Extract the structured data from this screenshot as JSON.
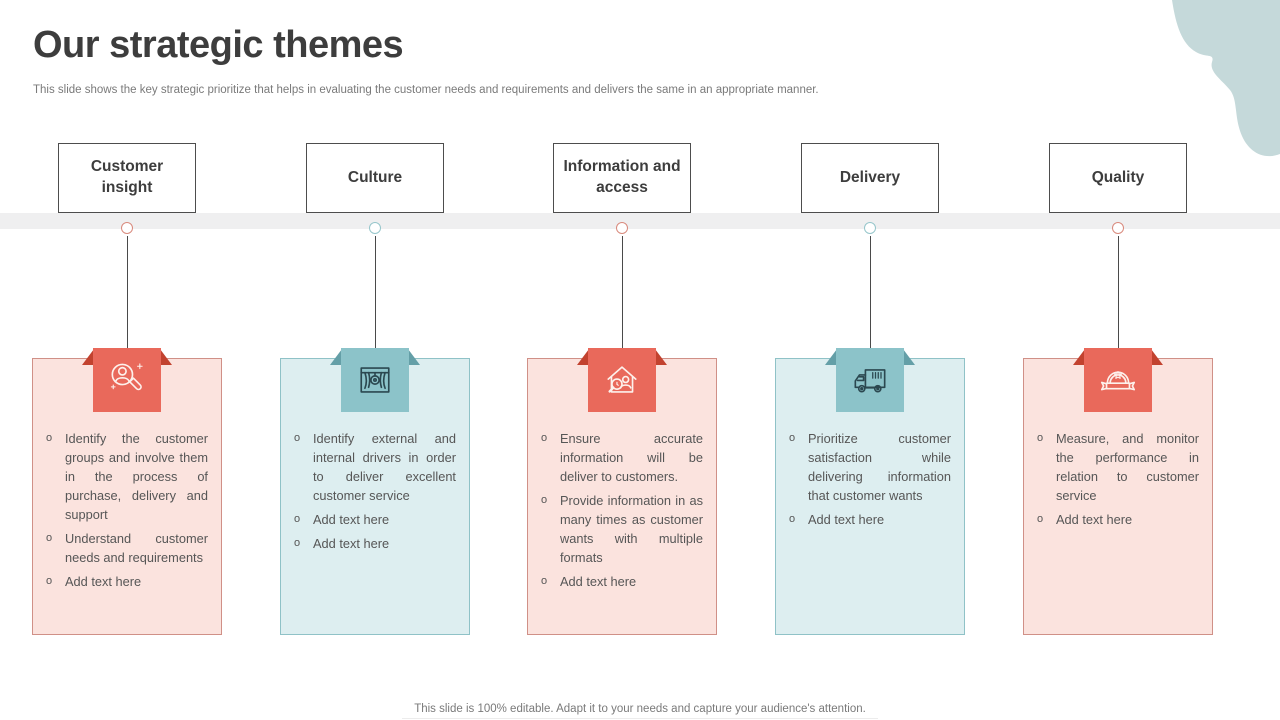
{
  "slide": {
    "title": "Our strategic themes",
    "subtitle": "This slide shows the key strategic prioritize that helps in evaluating the customer needs and requirements and delivers the same in an appropriate manner.",
    "footer": "This slide is 100% editable. Adapt it to your needs and capture your audience's attention."
  },
  "colors": {
    "salmon_badge": "#e9695b",
    "salmon_fold": "#c2422f",
    "salmon_card_bg": "#fbe3de",
    "salmon_card_border": "#d09087",
    "teal_badge": "#8cc3c9",
    "teal_fold": "#649fa7",
    "teal_card_bg": "#ddeef0",
    "teal_card_border": "#8fc2c7",
    "band_gray": "#efeff0",
    "corner_blob": "#c5d9da",
    "title_text": "#3d3d3d",
    "body_text": "#565656"
  },
  "bullet_marker_glyph": "o",
  "themes": [
    {
      "label": "Customer insight",
      "accent": "salmon",
      "icon": "person-magnifier-icon",
      "bullets": [
        "Identify the customer groups and involve them in the process of purchase, delivery and support",
        "Understand customer needs and requirements",
        "Add text here"
      ]
    },
    {
      "label": "Culture",
      "accent": "teal",
      "icon": "theater-stage-icon",
      "bullets": [
        "Identify external and internal drivers in order to deliver excellent customer service",
        "Add text here",
        "Add text here"
      ]
    },
    {
      "label": "Information and access",
      "accent": "salmon",
      "icon": "house-search-icon",
      "bullets": [
        "Ensure accurate information will be deliver to customers.",
        "Provide information in as many times as customer wants with multiple formats",
        "Add text here"
      ]
    },
    {
      "label": "Delivery",
      "accent": "teal",
      "icon": "delivery-truck-icon",
      "bullets": [
        "Prioritize customer satisfaction while delivering information that customer wants",
        "Add text here"
      ]
    },
    {
      "label": "Quality",
      "accent": "salmon",
      "icon": "award-badge-icon",
      "bullets": [
        "Measure, and monitor the performance in relation to customer service",
        "Add text here"
      ]
    }
  ]
}
